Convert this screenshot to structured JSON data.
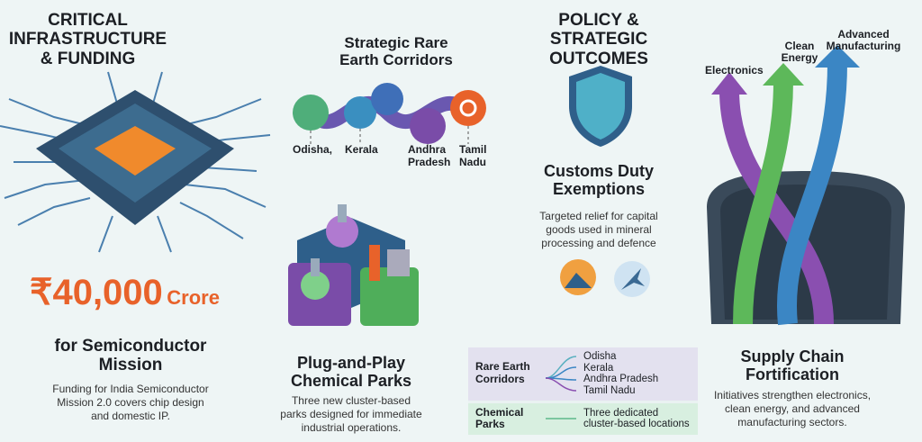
{
  "infrastructure": {
    "heading": [
      "CRITICAL",
      "INFRASTRUCTURE",
      "& FUNDING"
    ],
    "amount": "₹40,000",
    "amount_unit": "Crore",
    "subtitle": [
      "for Semiconductor",
      "Mission"
    ],
    "description": [
      "Funding for India Semiconductor",
      "Mission 2.0 covers chip design",
      "and domestic IP."
    ]
  },
  "corridors": {
    "heading": [
      "Strategic Rare",
      "Earth Corridors"
    ],
    "states": [
      "Odisha,",
      "Kerala",
      "Andhra Pradesh",
      "Tamil Nadu"
    ]
  },
  "chemical_parks": {
    "heading": [
      "Plug-and-Play",
      "Chemical Parks"
    ],
    "description": [
      "Three new cluster-based",
      "parks designed for immediate",
      "industrial operations."
    ]
  },
  "policy": {
    "heading": [
      "POLICY & STRATEGIC",
      "OUTCOMES"
    ],
    "customs_title": [
      "Customs Duty",
      "Exemptions"
    ],
    "customs_description": [
      "Targeted relief for capital",
      "goods used in mineral",
      "processing and defence"
    ]
  },
  "legend": {
    "rows": [
      {
        "label": [
          "Rare Earth",
          "Corridors"
        ],
        "items": [
          "Odisha",
          "Kerala",
          "Andhra Pradesh",
          "Tamil Nadu"
        ]
      },
      {
        "label": [
          "Chemical",
          "Parks"
        ],
        "items": [
          "Three dedicated",
          "cluster-based locations"
        ]
      }
    ]
  },
  "supply_chain": {
    "arrows": [
      "Electronics",
      "Clean Energy",
      "Advanced Manufacturing"
    ],
    "heading": [
      "Supply Chain",
      "Fortification"
    ],
    "description": [
      "Initiatives strengthen electronics,",
      "clean energy, and advanced",
      "manufacturing sectors."
    ]
  },
  "colors": {
    "accent": "#e8622a",
    "purple": "#8a4fb0",
    "green": "#5db85a",
    "blue": "#3b86c4"
  }
}
